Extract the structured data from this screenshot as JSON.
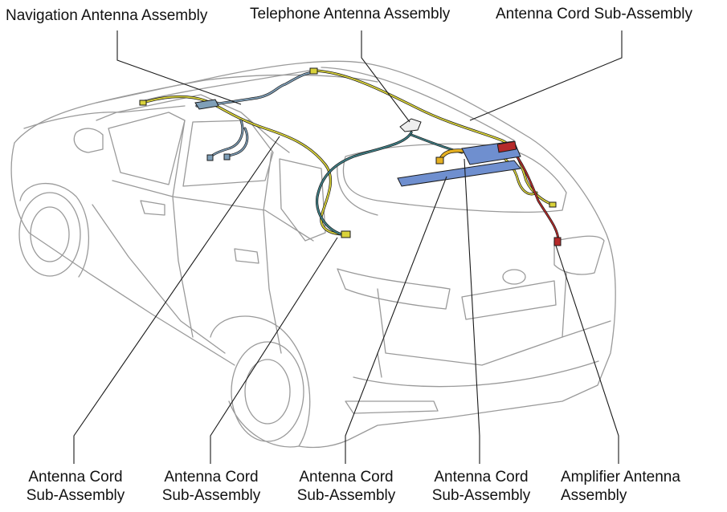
{
  "labels": {
    "navigation_antenna": "Navigation Antenna Assembly",
    "telephone_antenna": "Telephone Antenna Assembly",
    "cord_top": "Antenna Cord Sub-Assembly",
    "cord_1": {
      "line1": "Antenna Cord",
      "line2": "Sub-Assembly"
    },
    "cord_2": {
      "line1": "Antenna Cord",
      "line2": "Sub-Assembly"
    },
    "cord_3": {
      "line1": "Antenna Cord",
      "line2": "Sub-Assembly"
    },
    "cord_4": {
      "line1": "Antenna Cord",
      "line2": "Sub-Assembly"
    },
    "amplifier": {
      "line1": "Amplifier Antenna",
      "line2": "Assembly"
    }
  },
  "colors": {
    "outline": "#9a9a9a",
    "leader": "#1a1a1a",
    "cord_yellow": "#d9d23a",
    "cord_gray_blue": "#7f9fb8",
    "cord_teal": "#3f7f86",
    "cord_red": "#b52a2a",
    "cord_orange": "#e5b021",
    "panel_blue": "#6f8fcf"
  }
}
